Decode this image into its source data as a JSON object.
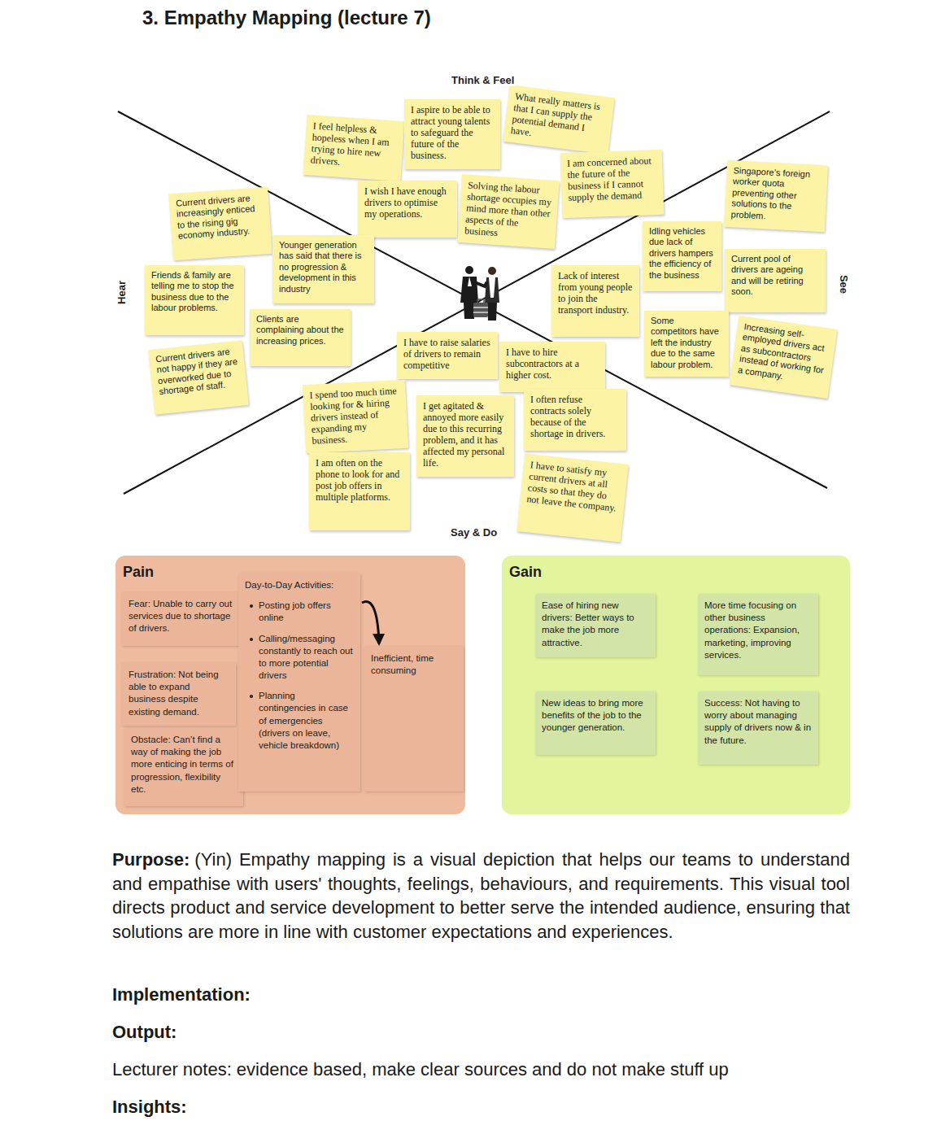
{
  "diagram": {
    "title": "3. Empathy Mapping (lecture 7)",
    "nodes": [
      {
        "text": [
          "I feel helpless & hopeless when I am trying to hire new drivers."
        ]
      },
      {
        "text": [
          "I aspire to be able to attract young talents to safeguard the future of the business."
        ]
      },
      {
        "text": [
          "What really matters is that I can supply the potential demand I have."
        ]
      },
      {
        "text": [
          "I am concerned about the future of the business if I cannot supply the demand"
        ]
      },
      {
        "text": [
          "I wish I have enough drivers to optimise my operations."
        ]
      },
      {
        "text": [
          "Solving the labour shortage occupies my mind more than other aspects of the business"
        ]
      },
      {
        "text": [
          "Current drivers are increasingly enticed to the rising gig economy industry."
        ]
      },
      {
        "text": [
          "Younger generation has said that there is no progression & development in this industry"
        ]
      },
      {
        "text": [
          "Friends & family are telling me to stop the business due to the labour problems."
        ]
      },
      {
        "text": [
          "Clients are complaining about the increasing prices."
        ]
      },
      {
        "text": [
          "Current drivers are not happy if they are overworked due to shortage of staff."
        ]
      },
      {
        "text": [
          "Singapore’s foreign worker quota preventing other solutions to the problem."
        ]
      },
      {
        "text": [
          "Idling vehicles due lack of drivers hampers the efficiency of the business"
        ]
      },
      {
        "text": [
          "Current pool of drivers are ageing and will be retiring soon."
        ]
      },
      {
        "text": [
          "Lack of interest from young people to join the transport industry."
        ]
      },
      {
        "text": [
          "Some competitors have left the industry due to the same labour problem."
        ]
      },
      {
        "text": [
          "Increasing self-employed drivers act as subcontractors instead of working for a company."
        ]
      },
      {
        "text": [
          "I have to raise salaries of drivers to remain competitive"
        ]
      },
      {
        "text": [
          "I have to hire subcontractors at a higher cost."
        ]
      },
      {
        "text": [
          "I spend too much time looking for & hiring drivers instead of expanding my business."
        ]
      },
      {
        "text": [
          "I get agitated & annoyed more easily due to this recurring problem, and it has affected my personal life."
        ]
      },
      {
        "text": [
          "I often refuse contracts solely because of the shortage in drivers."
        ]
      },
      {
        "text": [
          "I am often on the phone to look for and post job offers in multiple platforms."
        ]
      },
      {
        "text": [
          "I have to satisfy my current drivers at all costs so that they do not leave the company."
        ]
      },
      {
        "text": [
          "Pain"
        ]
      },
      {
        "text": [
          "Fear: Unable to carry out services due to shortage of drivers."
        ],
        "in": 24
      },
      {
        "text": [
          "Frustration: Not being able to expand business despite existing demand."
        ],
        "in": 24
      },
      {
        "text": [
          "Obstacle: Can’t find a way of making the job more enticing in terms of progression, flexibility etc."
        ],
        "in": 24
      },
      {
        "text": [
          "Day-to-Day Activities:",
          "Posting job offers online",
          "Calling/messaging constantly to reach out to more potential drivers",
          "Planning contingencies in case of emergencies (drivers on leave, vehicle breakdown)"
        ],
        "in": 24
      },
      {
        "text": [
          "Inefficient, time consuming"
        ],
        "in": 24
      },
      {
        "text": [
          "Gain"
        ]
      },
      {
        "text": [
          "Ease of hiring new drivers: Better ways to make the job more attractive."
        ],
        "in": 30
      },
      {
        "text": [
          "More time focusing on other business operations: Expansion, marketing, improving services."
        ],
        "in": 30
      },
      {
        "text": [
          "New ideas to bring more benefits of the job to the younger generation."
        ],
        "in": 30
      },
      {
        "text": [
          "Success: Not having to worry about managing supply of drivers now & in the future."
        ],
        "in": 30
      }
    ],
    "edges": [
      {
        "from": 28,
        "to": 29,
        "arrow": "to"
      }
    ],
    "labels": [
      "Think & Feel",
      "Say & Do",
      "Hear",
      "See",
      "Purpose:",
      "(Yin) Empathy mapping is a visual depiction that helps our teams to understand and empathise with users' thoughts, feelings, behaviours, and requirements. This visual tool directs product and service development to better serve the intended audience, ensuring that solutions are more in line with customer expectations and experiences.",
      "Implementation:",
      "Output:",
      "Lecturer notes: evidence based, make clear sources and do not make stuff up",
      "Insights:"
    ]
  }
}
